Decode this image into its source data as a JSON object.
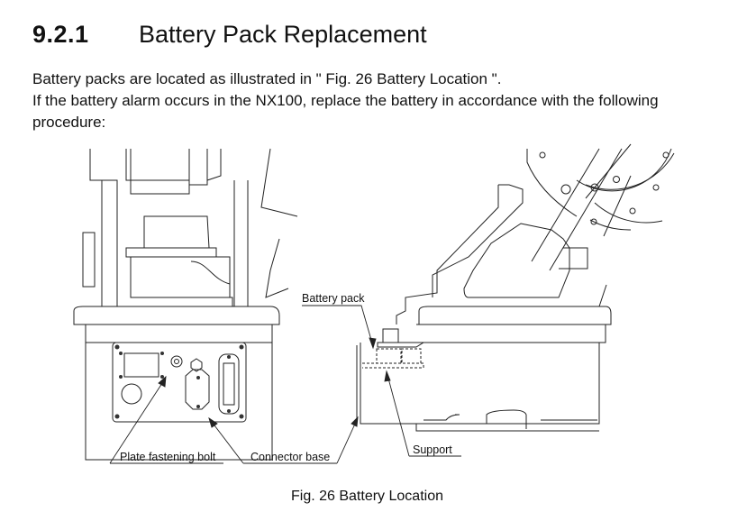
{
  "section": {
    "number": "9.2.1",
    "title": "Battery Pack Replacement"
  },
  "body": {
    "line1": "Battery packs are located as illustrated in \" Fig. 26  Battery Location \".",
    "line2": "If the battery alarm occurs in the NX100, replace the battery in accordance with the following procedure:"
  },
  "figure": {
    "labels": {
      "battery_pack": "Battery pack",
      "plate_fastening_bolt": "Plate fastening bolt",
      "connector_base": "Connector base",
      "support": "Support"
    },
    "caption": "Fig. 26  Battery Location"
  }
}
